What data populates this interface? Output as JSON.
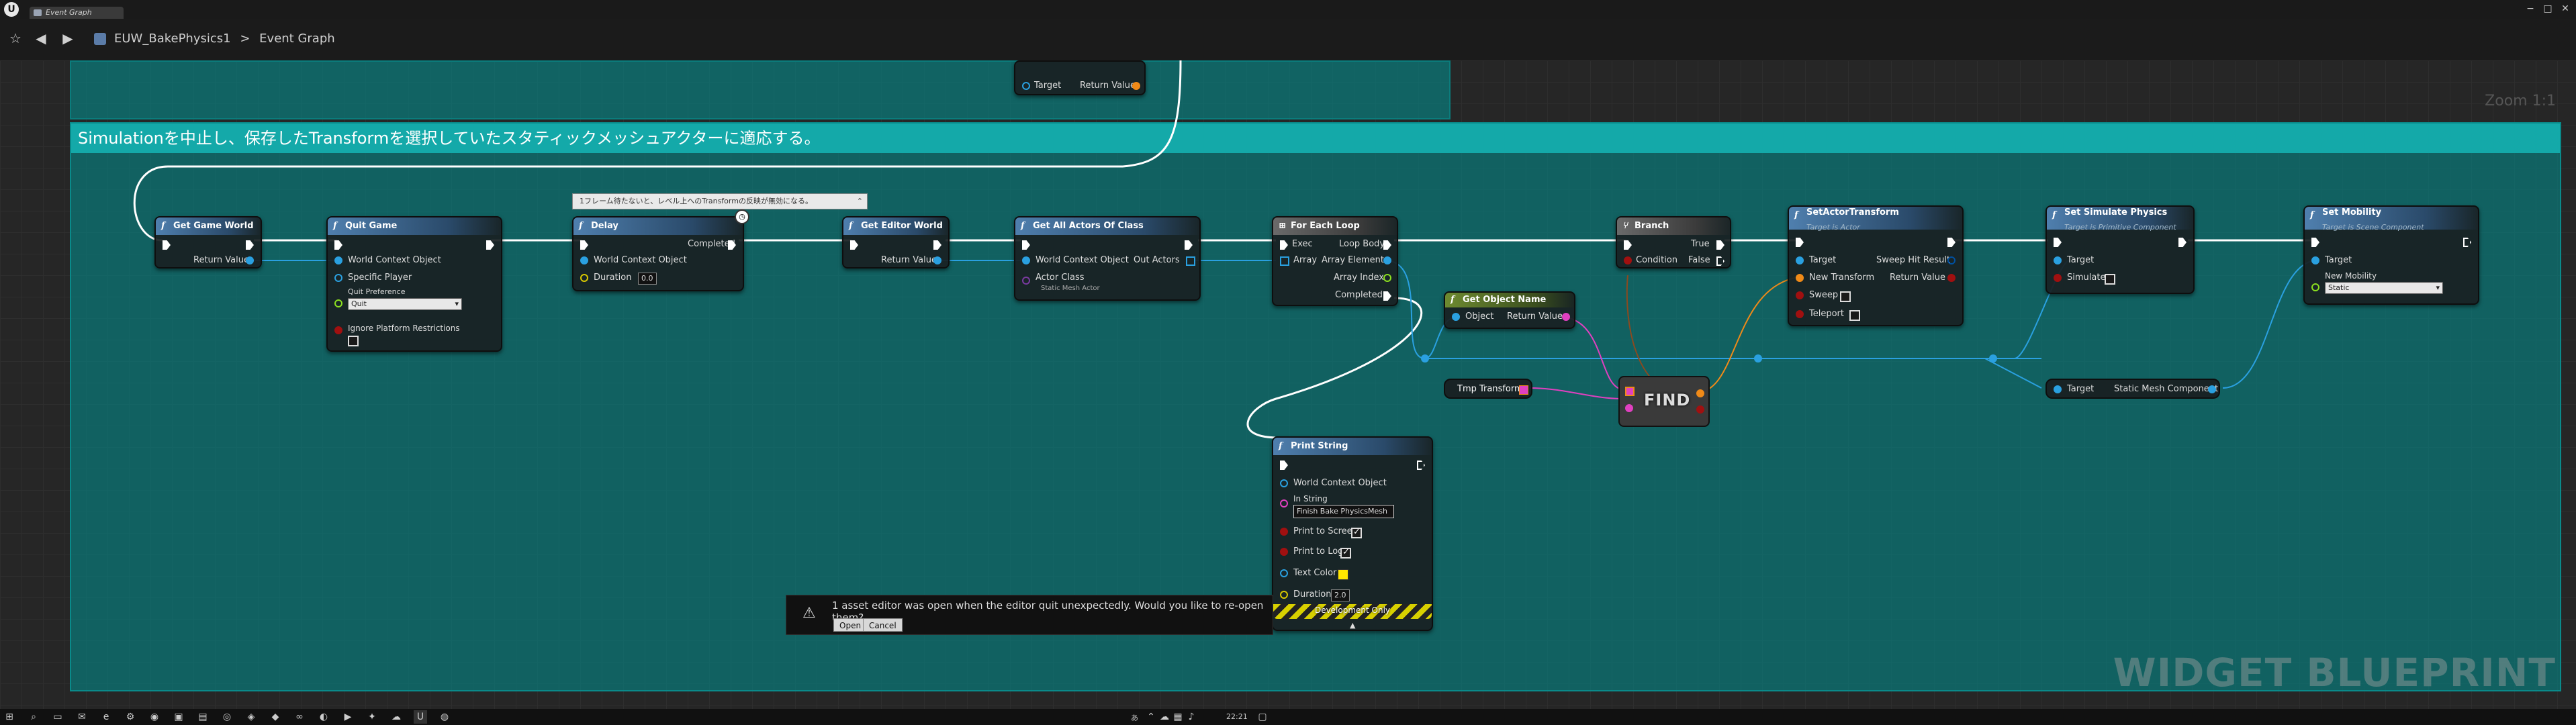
{
  "window": {
    "tab_label": "Event Graph",
    "controls": [
      "−",
      "□",
      "✕"
    ]
  },
  "toolbar": {
    "breadcrumb_asset": "EUW_BakePhysics1",
    "breadcrumb_separator": ">",
    "breadcrumb_graph": "Event Graph",
    "zoom_label": "Zoom 1:1",
    "icons": [
      "star-icon",
      "back-arrow-icon",
      "forward-arrow-icon",
      "blueprint-icon"
    ]
  },
  "graph": {
    "comment_text": "Simulationを中止し、保存したTransformを選択していたスタティックメッシュアクターに適応する。",
    "upper_node": {
      "target": "Target",
      "return_value": "Return Value"
    },
    "nodes": {
      "get_game_world": {
        "title": "Get Game World",
        "return_value": "Return Value"
      },
      "quit_game": {
        "title": "Quit Game",
        "world_context": "World Context Object",
        "specific_player": "Specific Player",
        "quit_preference": "Quit Preference",
        "quit_value": "Quit",
        "ignore_platform": "Ignore Platform Restrictions"
      },
      "delay": {
        "title": "Delay",
        "tooltip": "1フレーム待たないと、レベル上へのTransformの反映が無効になる。",
        "world_context": "World Context Object",
        "completed": "Completed",
        "duration": "Duration",
        "duration_value": "0.0"
      },
      "get_editor_world": {
        "title": "Get Editor World",
        "return_value": "Return Value"
      },
      "get_all_actors": {
        "title": "Get All Actors Of Class",
        "world_context": "World Context Object",
        "out_actors": "Out Actors",
        "actor_class": "Actor Class",
        "actor_class_value": "Static Mesh Actor"
      },
      "for_each_loop": {
        "title": "For Each Loop",
        "exec": "Exec",
        "loop_body": "Loop Body",
        "array": "Array",
        "array_element": "Array Element",
        "array_index": "Array Index",
        "completed": "Completed"
      },
      "get_object_name": {
        "title": "Get Object Name",
        "object": "Object",
        "return_value": "Return Value"
      },
      "print_string": {
        "title": "Print String",
        "world_context": "World Context Object",
        "in_string": "In String",
        "in_string_value": "Finish Bake PhysicsMesh",
        "print_to_screen": "Print to Screen",
        "print_to_log": "Print to Log",
        "text_color": "Text Color",
        "duration": "Duration",
        "duration_value": "2.0",
        "dev_only": "Development Only"
      },
      "tmp_transform": {
        "title": "Tmp Transform"
      },
      "find": {
        "title": "FIND"
      },
      "branch": {
        "title": "Branch",
        "condition": "Condition",
        "true_label": "True",
        "false_label": "False"
      },
      "set_actor_transform": {
        "title": "SetActorTransform",
        "subtitle": "Target is Actor",
        "target": "Target",
        "new_transform": "New Transform",
        "sweep": "Sweep",
        "teleport": "Teleport",
        "sweep_hit_result": "Sweep Hit Result",
        "return_value": "Return Value"
      },
      "set_simulate_physics": {
        "title": "Set Simulate Physics",
        "subtitle": "Target is Primitive Component",
        "target": "Target",
        "simulate": "Simulate"
      },
      "static_mesh_component": {
        "target": "Target",
        "label": "Static Mesh Component"
      },
      "set_mobility": {
        "title": "Set Mobility",
        "subtitle": "Target is Scene Component",
        "target": "Target",
        "new_mobility": "New Mobility",
        "mobility_value": "Static"
      }
    },
    "watermark": "WIDGET BLUEPRINT"
  },
  "notification": {
    "message": "1 asset editor was open when the editor quit unexpectedly. Would you like to re-open them?",
    "open_label": "Open",
    "cancel_label": "Cancel"
  },
  "taskbar": {
    "clock": "22:21",
    "tray_lang": "あ"
  },
  "colors": {
    "comment": "#129999",
    "comment_header": "#14a9a9",
    "exec_wire": "#ffffff",
    "object_wire": "#2aa0e0",
    "string_wire": "#e040c0",
    "struct_wire": "#f08a18"
  }
}
